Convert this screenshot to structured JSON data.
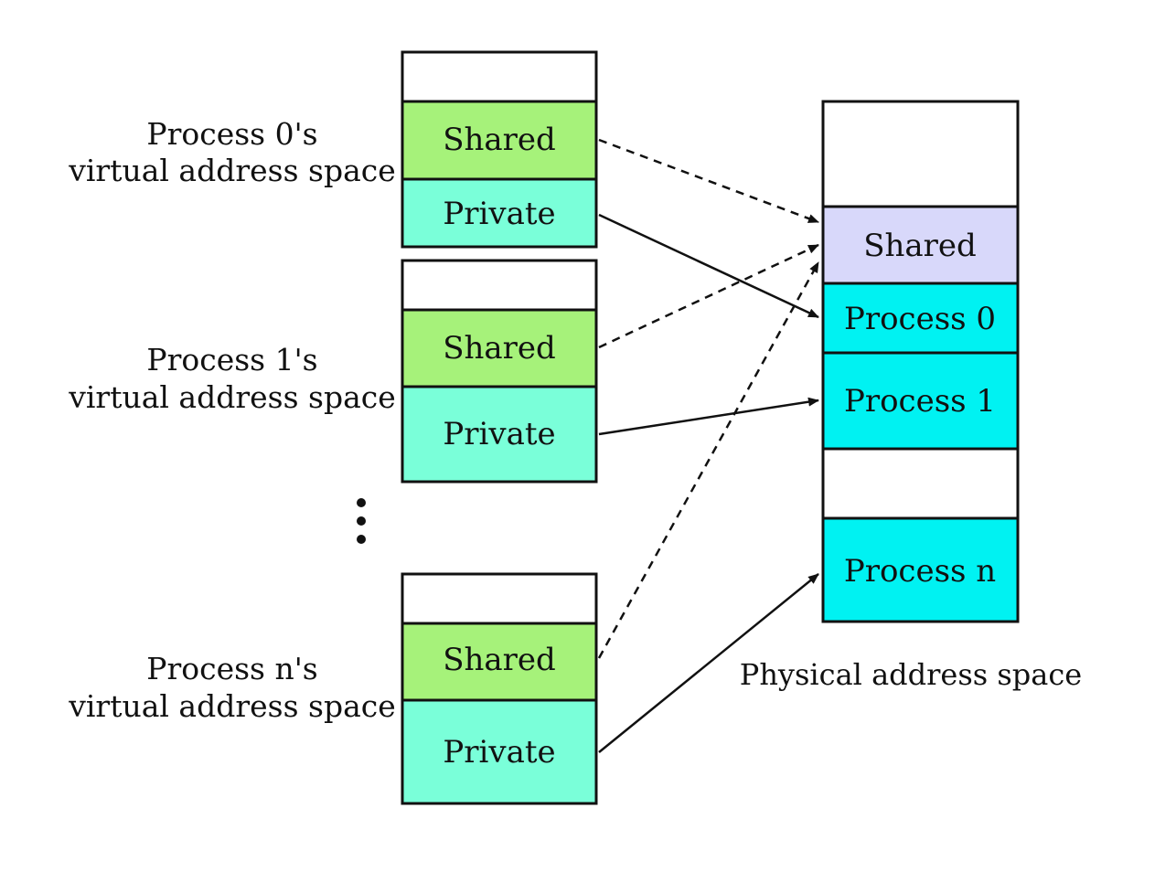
{
  "colors": {
    "shared_virtual": "#a6f27a",
    "private_virtual": "#7affd9",
    "shared_physical": "#d8d8fa",
    "process_physical": "#00f2f2",
    "empty": "#ffffff",
    "stroke": "#111111"
  },
  "processes": [
    {
      "label_line1": "Process 0's",
      "label_line2": "virtual address space",
      "shared_label": "Shared",
      "private_label": "Private"
    },
    {
      "label_line1": "Process 1's",
      "label_line2": "virtual address space",
      "shared_label": "Shared",
      "private_label": "Private"
    },
    {
      "label_line1": "Process n's",
      "label_line2": "virtual address space",
      "shared_label": "Shared",
      "private_label": "Private"
    }
  ],
  "ellipsis": "⋮",
  "physical": {
    "title": "Physical address space",
    "shared_label": "Shared",
    "process0_label": "Process 0",
    "process1_label": "Process 1",
    "processn_label": "Process n"
  }
}
